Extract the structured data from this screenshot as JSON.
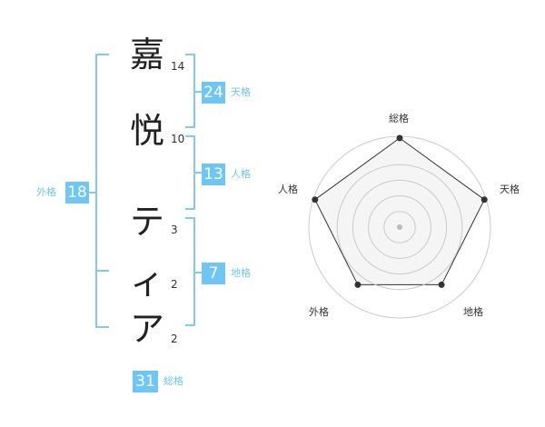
{
  "name": {
    "characters": [
      {
        "char": "嘉",
        "strokes": "14"
      },
      {
        "char": "悦",
        "strokes": "10"
      },
      {
        "char": "テ",
        "strokes": "3"
      },
      {
        "char": "ィ",
        "strokes": "2"
      },
      {
        "char": "ア",
        "strokes": "2"
      }
    ]
  },
  "kakusu": {
    "tenkaku": {
      "value": "24",
      "label": "天格"
    },
    "jinkaku": {
      "value": "13",
      "label": "人格"
    },
    "chikaku": {
      "value": "7",
      "label": "地格"
    },
    "gaikaku": {
      "value": "18",
      "label": "外格"
    },
    "soukaku": {
      "value": "31",
      "label": "総格"
    }
  },
  "radar": {
    "labels": {
      "top": "総格",
      "right": "天格",
      "bottom_right": "地格",
      "bottom_left": "外格",
      "left": "人格"
    },
    "levels": {
      "top": 1.0,
      "right": 1.0,
      "bottom_right": 0.8,
      "bottom_left": 0.8,
      "left": 1.0
    }
  },
  "colors": {
    "accent": "#6ec6f5",
    "bracket": "#7fcaf2",
    "radar_fill": "#f2f2f2",
    "radar_line": "#333333",
    "ring": "#cccccc"
  }
}
